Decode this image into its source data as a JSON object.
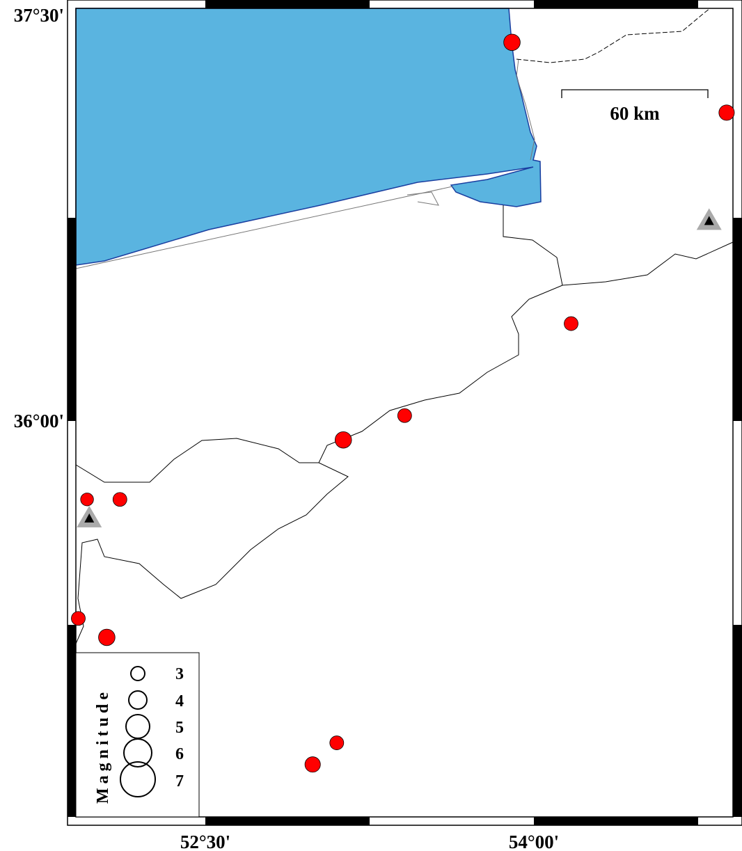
{
  "map": {
    "colors": {
      "sea": "#5ab4e0",
      "sea_outline": "#1a3ea0",
      "event": "#ff0000",
      "station_outer": "#aaaaaa",
      "station_inner": "#000000"
    },
    "lat_labels": [
      {
        "value": 37.5,
        "text": "37°30'"
      },
      {
        "value": 36.0,
        "text": "36°00'"
      }
    ],
    "lon_labels": [
      {
        "value": 52.5,
        "text": "52°30'"
      },
      {
        "value": 54.0,
        "text": "54°00'"
      }
    ],
    "scale_bar": {
      "label": "60 km",
      "length_km": 60
    },
    "legend": {
      "title": "Magnitude",
      "magnitudes": [
        "3",
        "4",
        "5",
        "6",
        "7"
      ]
    },
    "events": [
      {
        "lon": 53.9,
        "lat": 37.4,
        "mag": 3.5
      },
      {
        "lon": 54.88,
        "lat": 37.14,
        "mag": 3.3
      },
      {
        "lon": 54.17,
        "lat": 36.36,
        "mag": 3.0
      },
      {
        "lon": 53.41,
        "lat": 36.02,
        "mag": 3.0
      },
      {
        "lon": 53.13,
        "lat": 35.93,
        "mag": 3.5
      },
      {
        "lon": 51.96,
        "lat": 35.71,
        "mag": 2.8
      },
      {
        "lon": 52.11,
        "lat": 35.71,
        "mag": 3.0
      },
      {
        "lon": 51.92,
        "lat": 35.27,
        "mag": 3.0
      },
      {
        "lon": 52.05,
        "lat": 35.2,
        "mag": 3.5
      },
      {
        "lon": 53.1,
        "lat": 34.81,
        "mag": 3.0
      },
      {
        "lon": 52.99,
        "lat": 34.73,
        "mag": 3.3
      }
    ],
    "stations": [
      {
        "lon": 54.8,
        "lat": 36.74
      },
      {
        "lon": 51.97,
        "lat": 35.64
      }
    ]
  }
}
